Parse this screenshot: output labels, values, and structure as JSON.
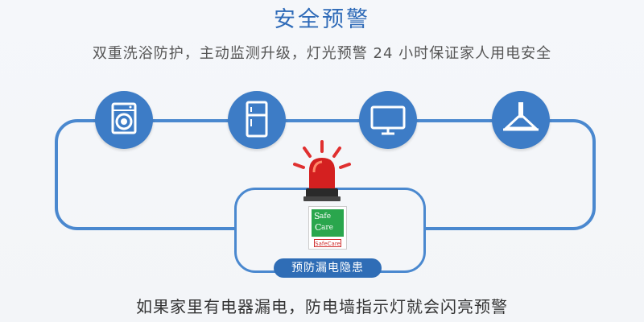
{
  "title": "安全预警",
  "subtitle": "双重洗浴防护，主动监测升级，灯光预警 24 小时保证家人用电安全",
  "appliances": [
    {
      "icon": "washing-machine-icon"
    },
    {
      "icon": "refrigerator-icon"
    },
    {
      "icon": "monitor-icon"
    },
    {
      "icon": "range-hood-icon"
    }
  ],
  "alarm": {
    "icon": "warning-beacon-icon",
    "light_color": "#d42020"
  },
  "badge": {
    "safe_care_top": "Safe",
    "safe_care_bottom": "Care",
    "brand_mark": "SafeCare"
  },
  "leak_label": "预防漏电隐患",
  "caption": "如果家里有电器漏电，防电墙指示灯就会闪亮预警",
  "colors": {
    "accent": "#2f6bb8",
    "circle": "#3d7cc6",
    "line": "#4a88cf",
    "badge_green": "#2aa64d"
  }
}
